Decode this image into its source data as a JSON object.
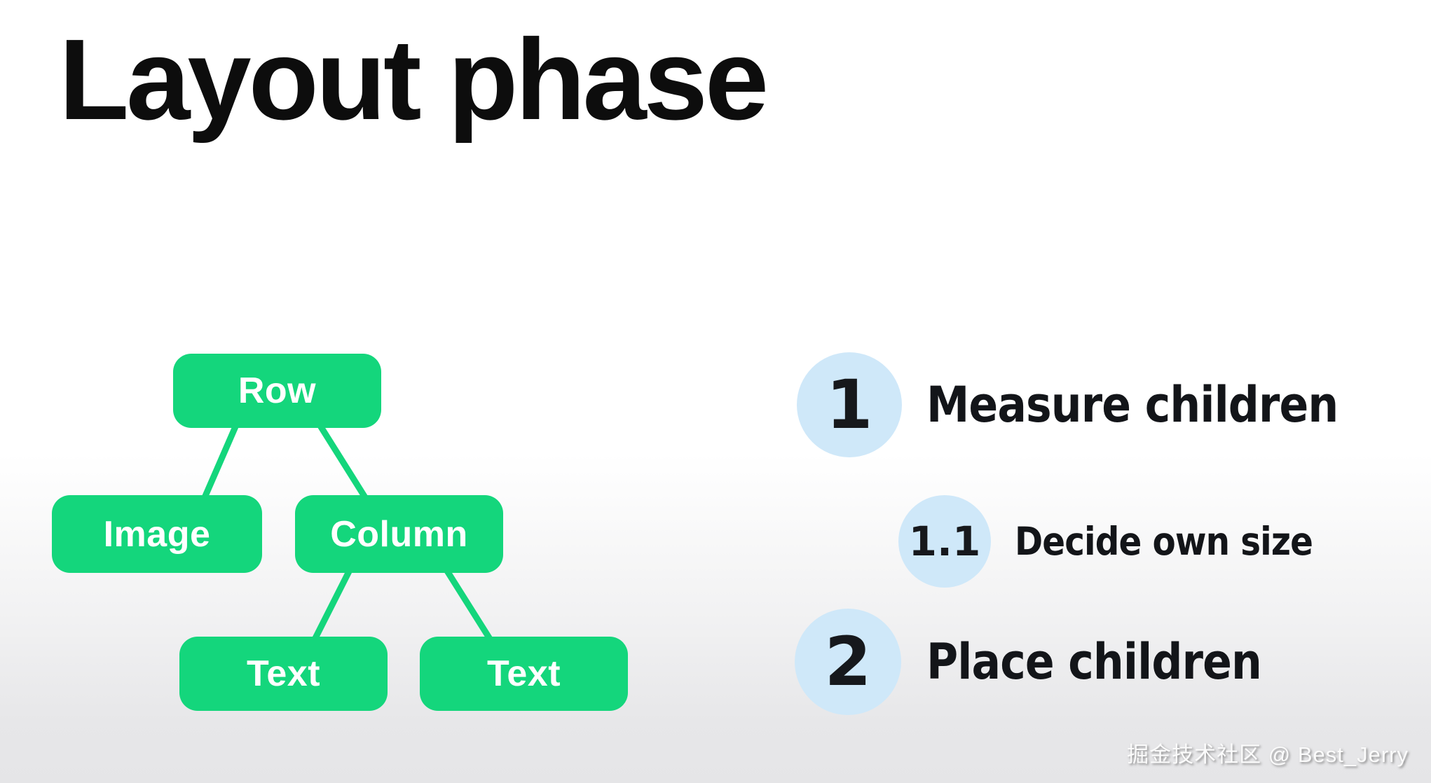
{
  "slide": {
    "title": "Layout phase",
    "watermark": "掘金技术社区 @ Best_Jerry"
  },
  "colors": {
    "node_green": "#14d67c",
    "step_circle_blue": "#cfe8f9",
    "title_black": "#0d0d0d",
    "background_top": "#ffffff",
    "background_bottom": "#e5e5e7"
  },
  "tree": {
    "nodes": [
      {
        "id": "row",
        "label": "Row"
      },
      {
        "id": "image",
        "label": "Image"
      },
      {
        "id": "column",
        "label": "Column"
      },
      {
        "id": "text1",
        "label": "Text"
      },
      {
        "id": "text2",
        "label": "Text"
      }
    ],
    "edges": [
      {
        "from": "row",
        "to": "image"
      },
      {
        "from": "row",
        "to": "column"
      },
      {
        "from": "column",
        "to": "text1"
      },
      {
        "from": "column",
        "to": "text2"
      }
    ]
  },
  "steps": [
    {
      "number": "1",
      "label": "Measure children"
    },
    {
      "number": "1.1",
      "label": "Decide own size"
    },
    {
      "number": "2",
      "label": "Place children"
    }
  ]
}
